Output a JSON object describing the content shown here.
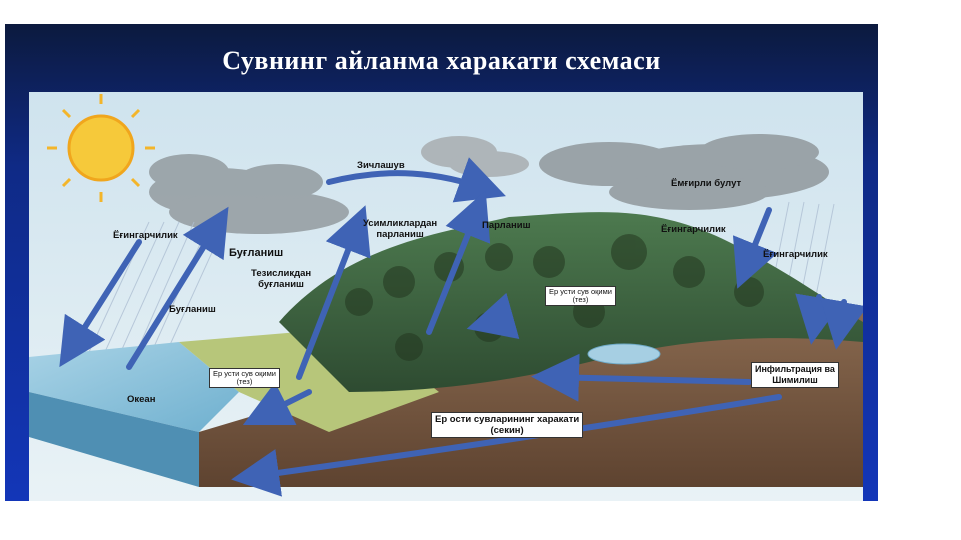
{
  "slide": {
    "title": "Сувнинг айланма харакати схемаси"
  },
  "diagram": {
    "labels": {
      "precip_left": "Ёғингарчилик",
      "evap_top": "Буғланиш",
      "evap_mid": "Буғланиш",
      "transpiration": "Тезисликдан\nбуғланиш",
      "condensation": "Зичлашув",
      "plant_evap": "Усимликлардан\nпарланиш",
      "evaporation": "Парланиш",
      "big_cloud": "Ёмғирли булут",
      "precip_mid": "Ёғингарчилик",
      "precip_right": "Ёғингарчилик",
      "surface_water_left": "Ер усти сув оқими\n(тез)",
      "surface_water_mountain": "Ер усти сув оқими\n(тез)",
      "infiltration": "Инфильтрация ва\nШимилиш",
      "groundwater": "Ер ости сувларининг харакати\n(секин)",
      "ocean": "Океан"
    }
  }
}
